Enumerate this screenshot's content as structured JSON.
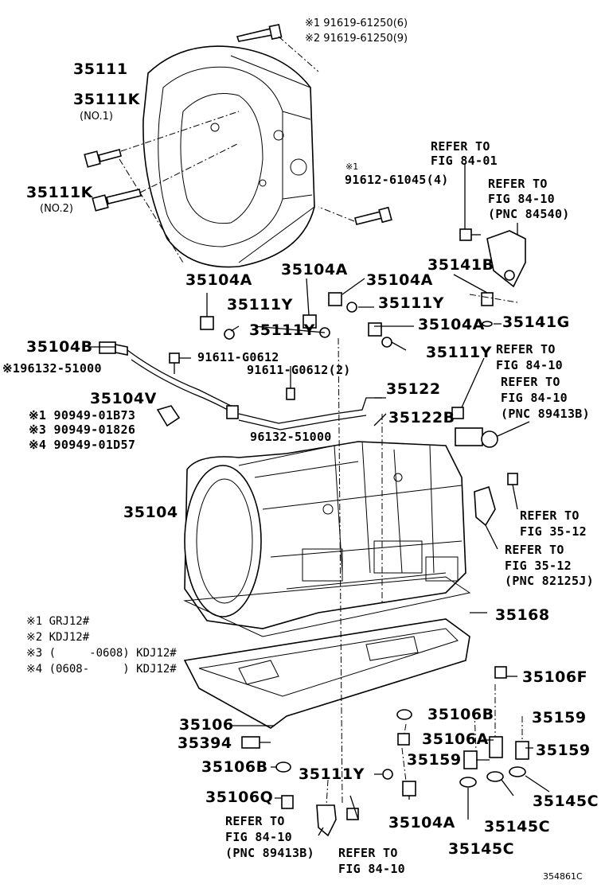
{
  "figure_code": "354861C",
  "labels": {
    "bolt_top_1": "※1 91619-61250(6)",
    "bolt_top_2": "※2 91619-61250(9)",
    "housing": "35111",
    "bolt_k1": "35111K",
    "bolt_k1_sub": "(NO.1)",
    "bolt_k2": "35111K",
    "bolt_k2_sub": "(NO.2)",
    "bolt_mid_note": "※1",
    "bolt_mid": "91612-61045(4)",
    "refer_8401_a": "REFER TO",
    "refer_8401_b": "FIG 84-01",
    "refer_8410_a": "REFER TO",
    "refer_8410_b": "FIG 84-10",
    "refer_8410_c": "(PNC 84540)",
    "p35141b": "35141B",
    "p35104a_1": "35104A",
    "p35104a_2": "35104A",
    "p35104a_3": "35104A",
    "p35104a_4": "35104A",
    "p35111y_1": "35111Y",
    "p35111y_2": "35111Y",
    "p35111y_3": "35111Y",
    "p35111y_4": "35111Y",
    "p35141g": "35141G",
    "p35104b": "35104B",
    "hose_96132_1": "※196132-51000",
    "bolt_g0612_1": "91611-G0612",
    "bolt_g0612_2": "91611-G0612(2)",
    "refer_8410_d": "REFER TO",
    "refer_8410_e": "FIG 84-10",
    "refer_8410_f": "REFER TO",
    "refer_8410_g": "FIG 84-10",
    "refer_8410_h": "(PNC 89413B)",
    "p35104v": "35104V",
    "p35122": "35122",
    "p35122b": "35122B",
    "clamp_1": "※1 90949-01B73",
    "clamp_3": "※3 90949-01826",
    "clamp_4": "※4 90949-01D57",
    "hose_96132_2": "96132-51000",
    "p35104": "35104",
    "refer_3512_a": "REFER TO",
    "refer_3512_b": "FIG 35-12",
    "refer_3512_c": "REFER TO",
    "refer_3512_d": "FIG 35-12",
    "refer_3512_e": "(PNC 82125J)",
    "p35168": "35168",
    "note_1": "※1 GRJ12#",
    "note_2": "※2 KDJ12#",
    "note_3": "※3 (     -0608) KDJ12#",
    "note_4": "※4 (0608-     ) KDJ12#",
    "p35106f": "35106F",
    "p35106": "35106",
    "p35106b_1": "35106B",
    "p35159_1": "35159",
    "p35394": "35394",
    "p35106a": "35106A",
    "p35159_2": "35159",
    "p35159_3": "35159",
    "p35106b_2": "35106B",
    "p35145c_1": "35145C",
    "p35106q": "35106Q",
    "p35104a_5": "35104A",
    "p35145c_2": "35145C",
    "refer_bot_a": "REFER TO",
    "refer_bot_b": "FIG 84-10",
    "refer_bot_c": "(PNC 89413B)",
    "refer_bot_d": "REFER TO",
    "refer_bot_e": "FIG 84-10",
    "p35145c_3": "35145C"
  }
}
